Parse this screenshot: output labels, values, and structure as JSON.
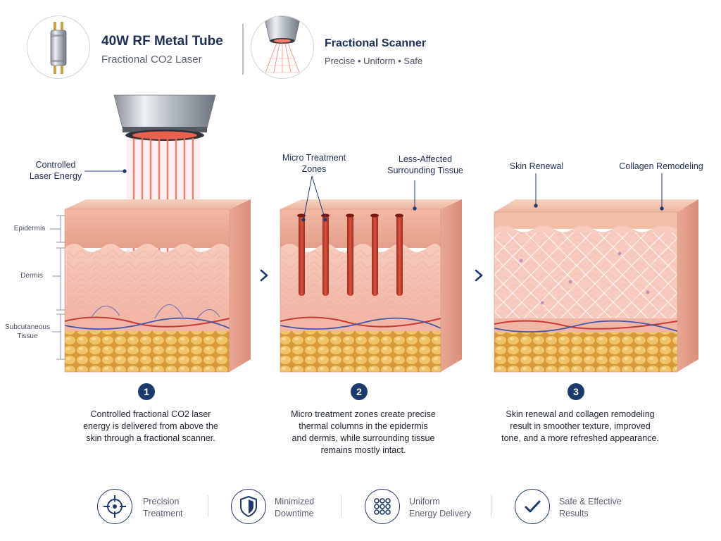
{
  "header": {
    "tube_title": "40W RF Metal Tube",
    "tube_subtitle": "Fractional CO2 Laser",
    "scanner_title": "Fractional Scanner",
    "scanner_subtitle": "Precise • Uniform • Safe"
  },
  "layers": {
    "epidermis": "Epidermis",
    "dermis": "Dermis",
    "subcutaneous": "Subcutaneous\nTissue"
  },
  "callouts": {
    "laser_energy": "Controlled\nLaser Energy",
    "micro_zones": "Micro Treatment\nZones",
    "surrounding": "Less-Affected\nSurrounding Tissue",
    "skin_renewal": "Skin Renewal",
    "collagen": "Collagen Remodeling"
  },
  "steps": [
    {
      "number": "1",
      "text": "Controlled fractional CO2 laser\nenergy is delivered from above the\nskin through a fractional scanner."
    },
    {
      "number": "2",
      "text": "Micro treatment zones create precise\nthermal columns in the epidermis\nand dermis, while surrounding tissue\nremains mostly intact."
    },
    {
      "number": "3",
      "text": "Skin renewal and collagen remodeling\nresult in smoother texture, improved\ntone, and a more refreshed appearance."
    }
  ],
  "features": [
    {
      "icon": "crosshair-icon",
      "label": "Precision\nTreatment"
    },
    {
      "icon": "shield-icon",
      "label": "Minimized\nDowntime"
    },
    {
      "icon": "dot-grid-icon",
      "label": "Uniform\nEnergy Delivery"
    },
    {
      "icon": "checkmark-icon",
      "label": "Safe & Effective\nResults"
    }
  ],
  "colors": {
    "navy": "#1d3a6e",
    "laser": "#e8584a",
    "fat": "#e8b85a",
    "skin": "#f4c6b4"
  }
}
